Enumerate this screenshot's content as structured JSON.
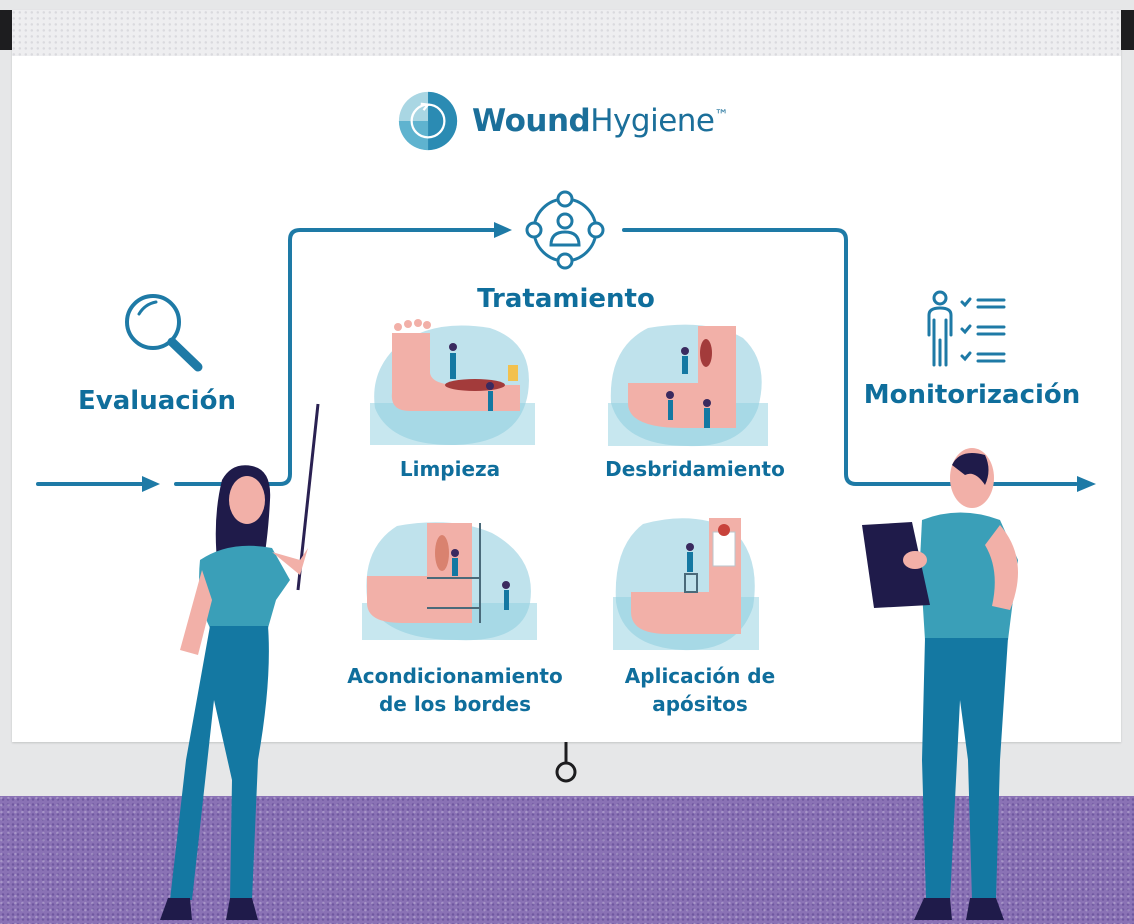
{
  "logo": {
    "name_part1": "Wound",
    "name_part2": "Hygiene",
    "trademark": "™",
    "icon": "wound-hygiene-logo-icon"
  },
  "steps": {
    "evaluation": "Evaluación",
    "treatment": "Tratamiento",
    "monitoring": "Monitorización"
  },
  "treatment_steps": [
    {
      "label": "Limpieza"
    },
    {
      "label": "Desbridamiento"
    },
    {
      "label_line1": "Acondicionamiento",
      "label_line2": "de los bordes"
    },
    {
      "label_line1": "Aplicación de",
      "label_line2": "apósitos"
    }
  ],
  "icons": {
    "evaluation": "magnifier-icon",
    "treatment": "person-network-icon",
    "monitoring": "person-checklist-icon"
  },
  "colors": {
    "primary_blue": "#0f6e9c",
    "flow_line": "#1e7aa6",
    "skin": "#f2b0a8",
    "teal_shirt": "#3a9fb8",
    "pants": "#1478a2",
    "floor": "#8a72b5"
  }
}
